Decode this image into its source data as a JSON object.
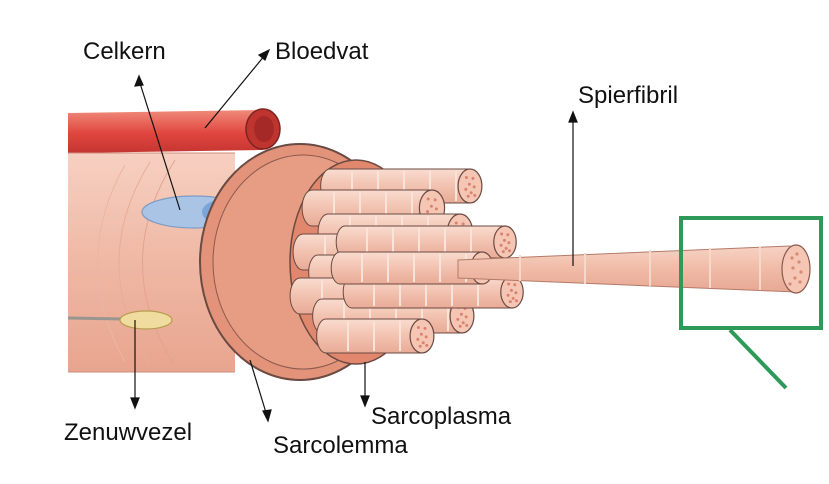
{
  "labels": {
    "celkern": "Celkern",
    "bloedvat": "Bloedvat",
    "spierfibril": "Spierfibril",
    "zenuwvezel": "Zenuwvezel",
    "sarcolemma": "Sarcolemma",
    "sarcoplasma": "Sarcoplasma"
  },
  "colors": {
    "muscle": "#eaa38d",
    "muscle_dark": "#d9826b",
    "fibril": "#f2bfac",
    "fibril_end": "#f5c6b4",
    "blood_vessel": "#e2504a",
    "nucleus": "#a9c4e4",
    "nerve": "#f1dca0",
    "highlight_box": "#2e9a5a",
    "outline": "#5b4540"
  }
}
